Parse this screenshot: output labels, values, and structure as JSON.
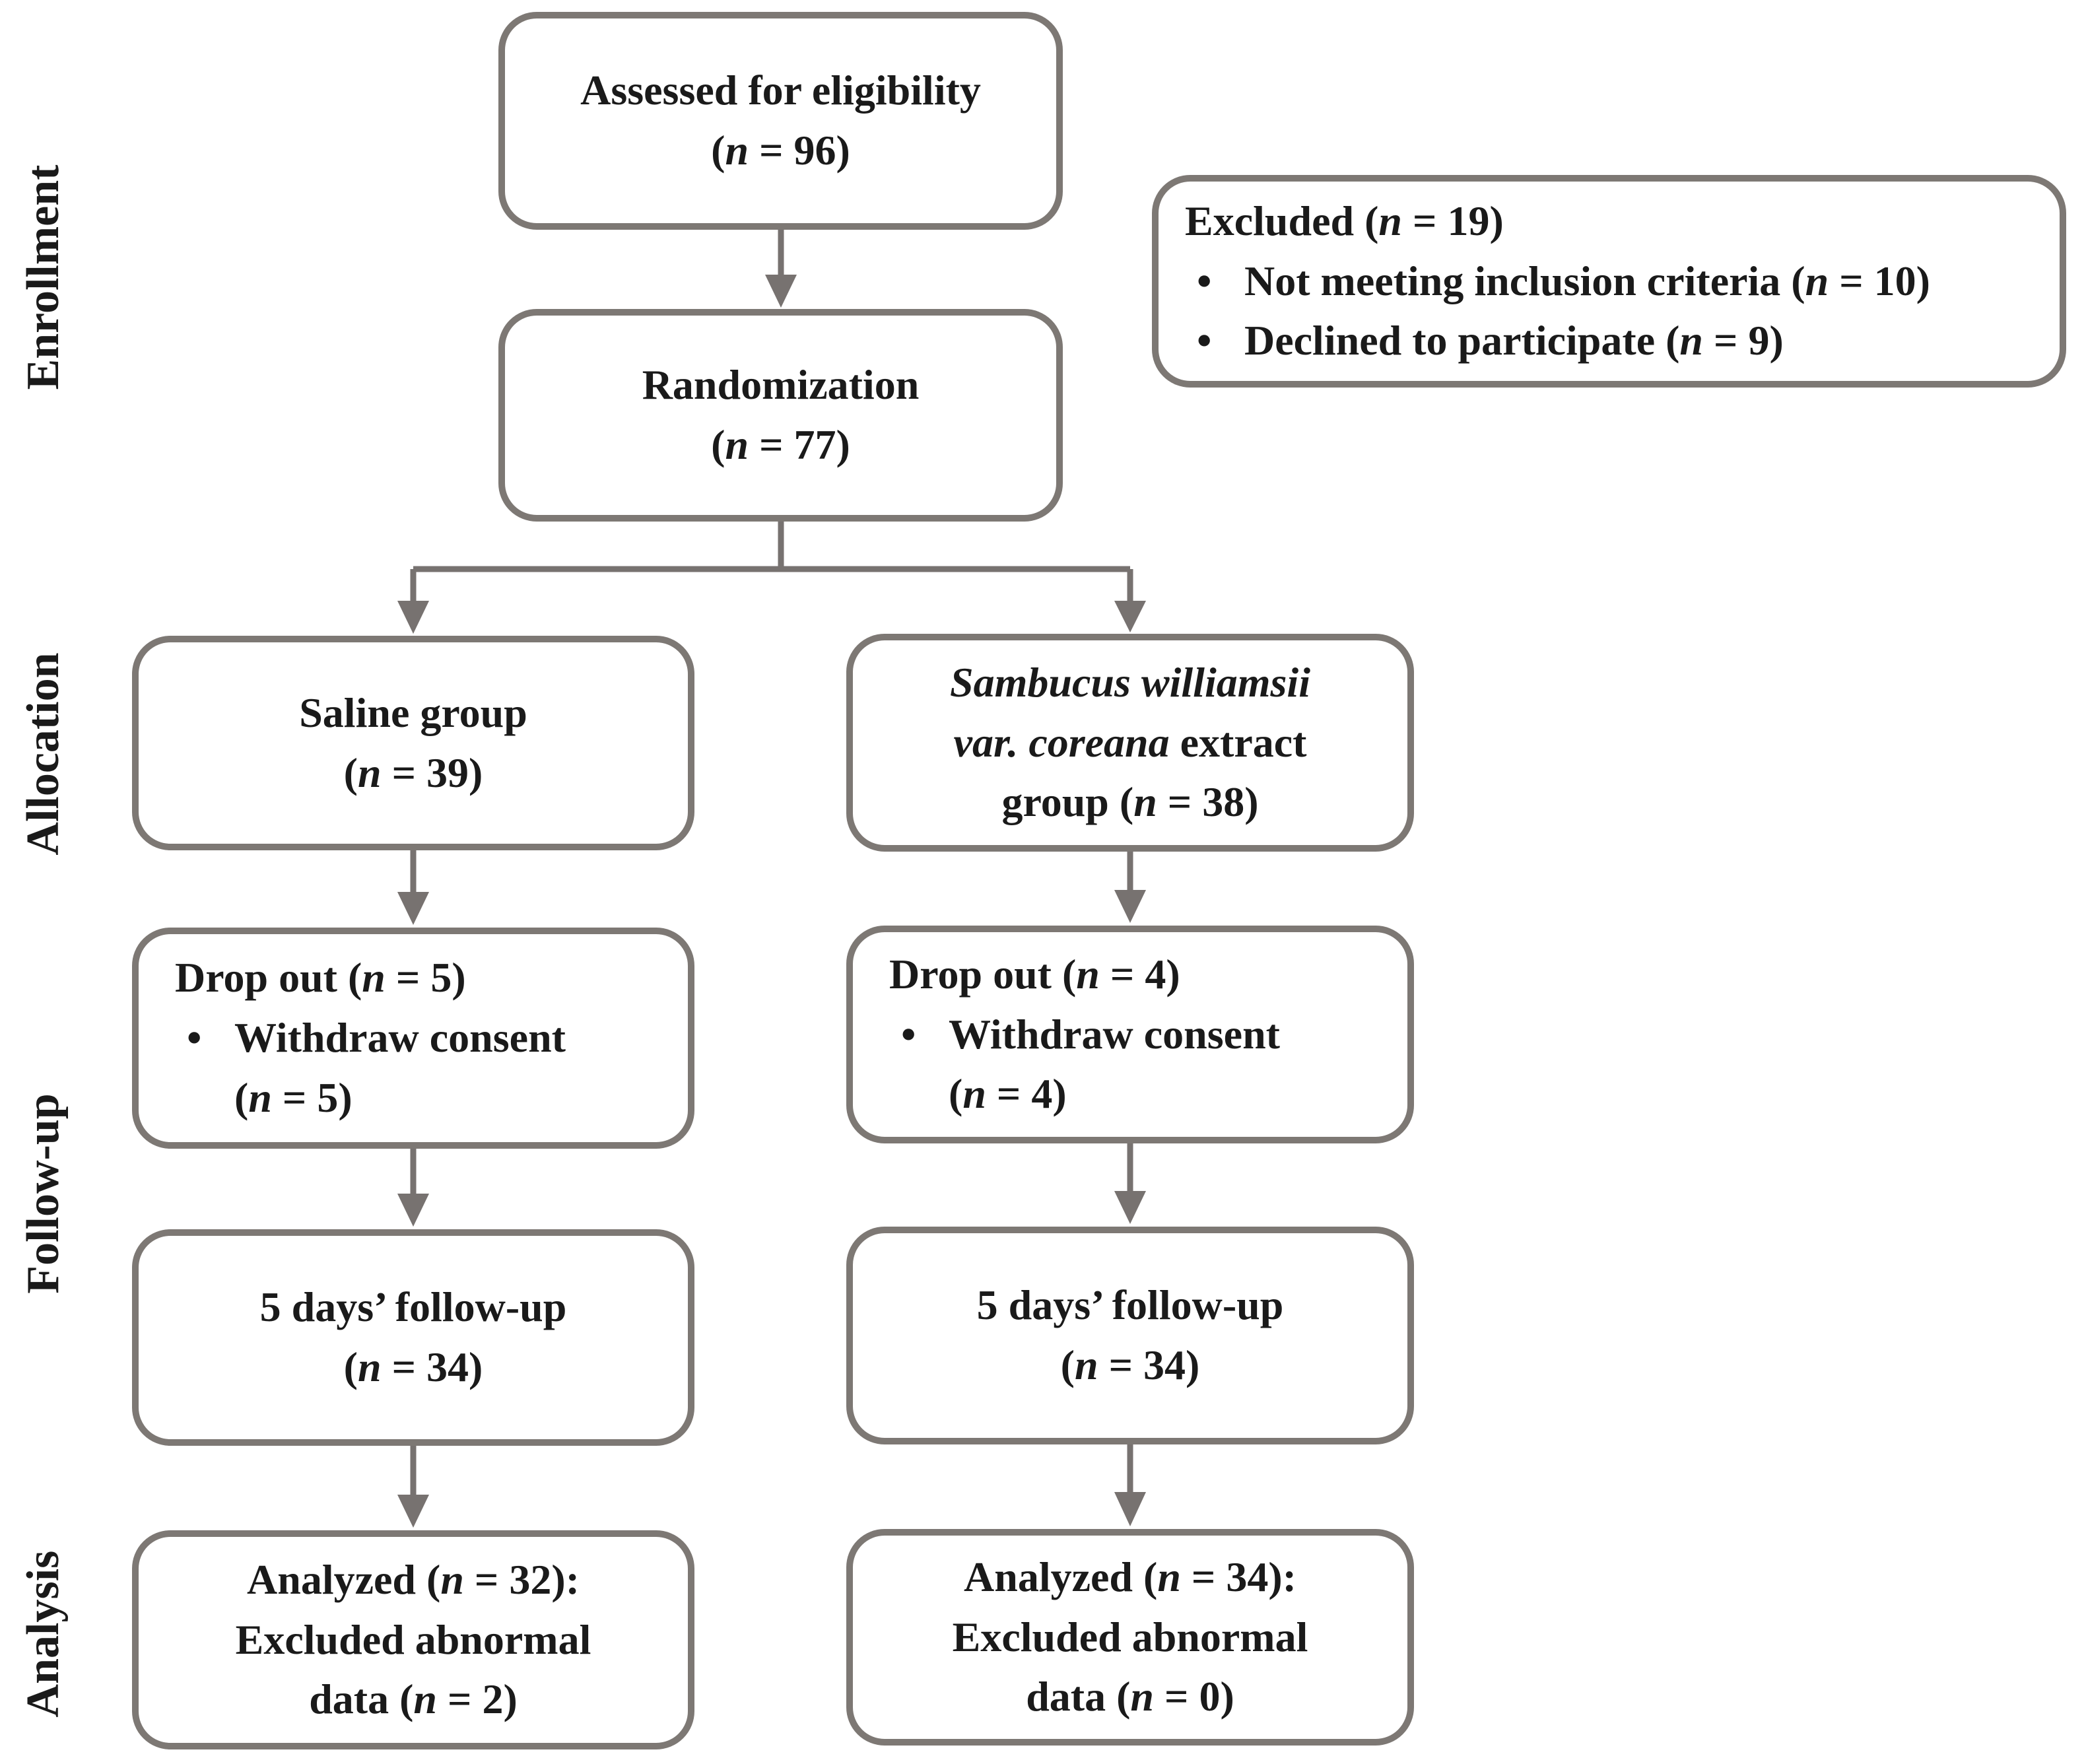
{
  "figure": {
    "type": "consort-flow-diagram",
    "stage_labels": {
      "enrollment": "Enrollment",
      "allocation": "Allocation",
      "follow_up": "Follow-up",
      "analysis": "Analysis"
    },
    "boxes": {
      "assessed": {
        "line1": "Assessed for eligibility",
        "n_open": "(",
        "n_var": "n",
        "n_tail": " = 96)"
      },
      "excluded": {
        "title_pre": "Excluded (",
        "title_var": "n",
        "title_tail": " = 19)",
        "bullet": "•",
        "items": [
          {
            "pre": "Not meeting inclusion criteria (",
            "var": "n",
            "tail": " = 10)"
          },
          {
            "pre": "Declined to participate (",
            "var": "n",
            "tail": " = 9)"
          }
        ]
      },
      "randomization": {
        "line1": "Randomization",
        "n_open": "(",
        "n_var": "n",
        "n_tail": " = 77)"
      },
      "saline_group": {
        "line1": "Saline group",
        "n_open": "(",
        "n_var": "n",
        "n_tail": " = 39)"
      },
      "swc_group": {
        "line1_italic": "Sambucus williamsii",
        "line2_italic": "var. coreana",
        "line2_rest": " extract",
        "line3_pre": "group (",
        "line3_var": "n",
        "line3_tail": " = 38)"
      },
      "dropout_left": {
        "title_pre": "Drop out (",
        "title_var": "n",
        "title_tail": " = 5)",
        "bullet": "•",
        "item_text": "Withdraw consent",
        "item_n_pre": "(",
        "item_n_var": "n",
        "item_n_tail": " = 5)"
      },
      "dropout_right": {
        "title_pre": "Drop out (",
        "title_var": "n",
        "title_tail": " = 4)",
        "bullet": "•",
        "item_text": "Withdraw consent",
        "item_n_pre": "(",
        "item_n_var": "n",
        "item_n_tail": " = 4)"
      },
      "followup_left": {
        "line1": "5 days’ follow-up",
        "n_open": "(",
        "n_var": "n",
        "n_tail": " = 34)"
      },
      "followup_right": {
        "line1": "5 days’ follow-up",
        "n_open": "(",
        "n_var": "n",
        "n_tail": " = 34)"
      },
      "analysis_left": {
        "line1_pre": "Analyzed (",
        "line1_var": "n",
        "line1_tail": " = 32):",
        "line2": "Excluded abnormal",
        "line3_pre": "data (",
        "line3_var": "n",
        "line3_tail": " = 2)"
      },
      "analysis_right": {
        "line1_pre": "Analyzed (",
        "line1_var": "n",
        "line1_tail": " = 34):",
        "line2": "Excluded abnormal",
        "line3_pre": "data (",
        "line3_var": "n",
        "line3_tail": " = 0)"
      }
    },
    "colors": {
      "box_border": "#7d7874",
      "connector": "#777270",
      "text": "#1a1a1a",
      "background": "#ffffff"
    }
  }
}
